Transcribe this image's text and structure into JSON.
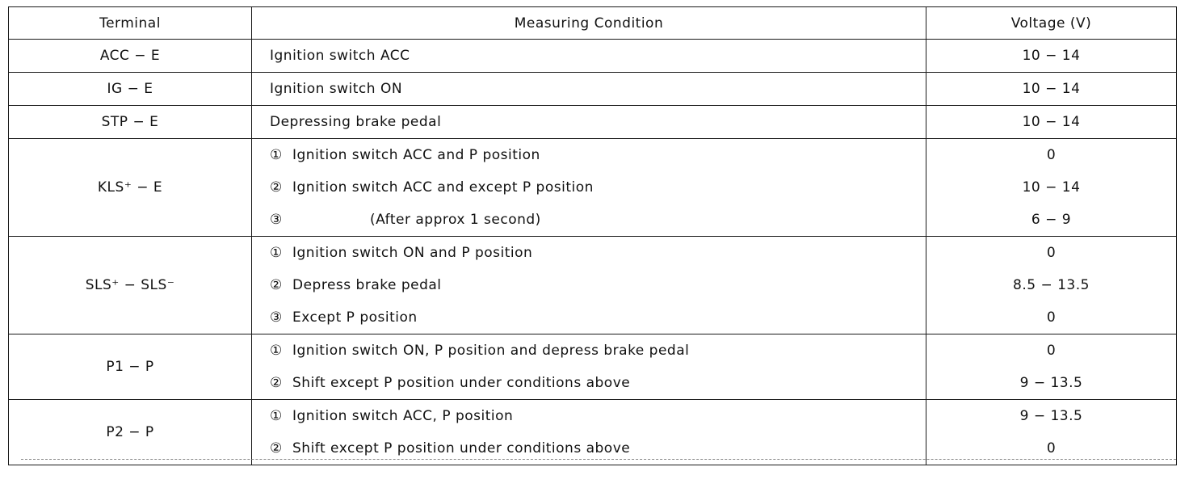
{
  "table": {
    "headers": {
      "terminal": "Terminal",
      "condition": "Measuring Condition",
      "voltage": "Voltage (V)"
    },
    "rows": [
      {
        "terminal": "ACC − E",
        "subs": [
          {
            "num": "",
            "text": "Ignition switch ACC",
            "voltage": "10 − 14"
          }
        ]
      },
      {
        "terminal": "IG − E",
        "subs": [
          {
            "num": "",
            "text": "Ignition switch ON",
            "voltage": "10 − 14"
          }
        ]
      },
      {
        "terminal": "STP − E",
        "subs": [
          {
            "num": "",
            "text": "Depressing brake pedal",
            "voltage": "10 − 14"
          }
        ]
      },
      {
        "terminal": "KLS⁺ − E",
        "subs": [
          {
            "num": "①",
            "text": "Ignition switch ACC and P position",
            "voltage": "0"
          },
          {
            "num": "②",
            "text": "Ignition switch ACC and except P position",
            "voltage": "10 − 14"
          },
          {
            "num": "③",
            "text": "(After approx 1 second)",
            "indent": true,
            "voltage": "6 − 9"
          }
        ]
      },
      {
        "terminal": "SLS⁺ − SLS⁻",
        "subs": [
          {
            "num": "①",
            "text": "Ignition switch ON and P position",
            "voltage": "0"
          },
          {
            "num": "②",
            "text": "Depress brake pedal",
            "voltage": "8.5 − 13.5"
          },
          {
            "num": "③",
            "text": "Except P position",
            "voltage": "0"
          }
        ]
      },
      {
        "terminal": "P1 − P",
        "subs": [
          {
            "num": "①",
            "text": "Ignition switch ON, P position and depress brake pedal",
            "voltage": "0"
          },
          {
            "num": "②",
            "text": "Shift except P position under conditions above",
            "voltage": "9 − 13.5"
          }
        ]
      },
      {
        "terminal": "P2 − P",
        "subs": [
          {
            "num": "①",
            "text": "Ignition switch ACC, P position",
            "voltage": "9 − 13.5"
          },
          {
            "num": "②",
            "text": "Shift except P position under conditions above",
            "voltage": "0"
          }
        ]
      }
    ]
  }
}
